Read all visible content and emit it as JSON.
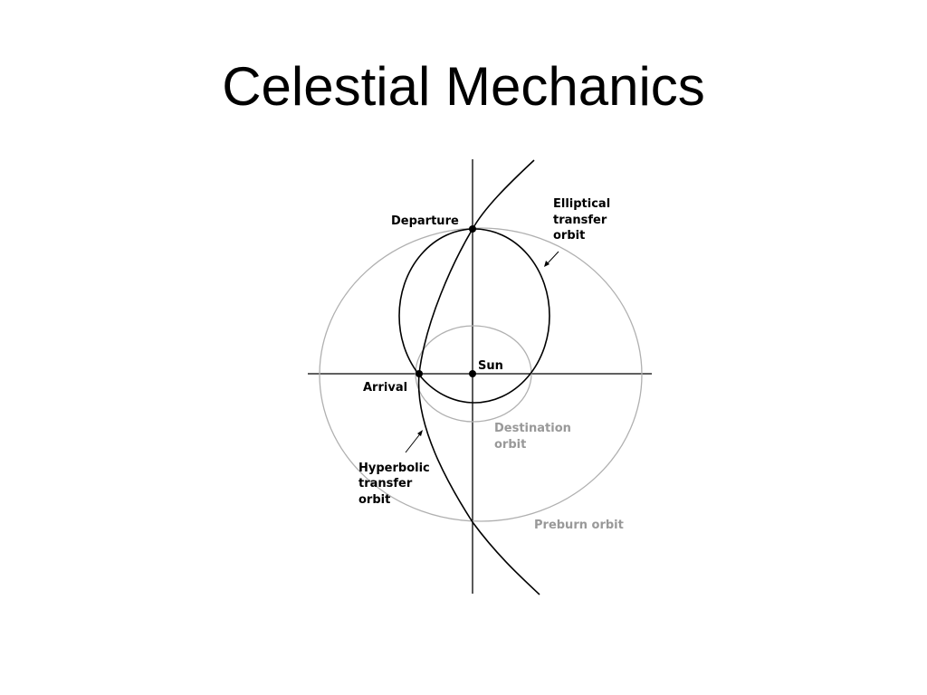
{
  "title": "Celestial Mechanics",
  "colors": {
    "primary": "#000000",
    "secondary": "#b0b0b0",
    "secondary_text": "#999999"
  },
  "labels": {
    "departure": "Departure",
    "arrival": "Arrival",
    "sun": "Sun",
    "elliptical": [
      "Elliptical",
      "transfer",
      "orbit"
    ],
    "hyperbolic": [
      "Hyperbolic",
      "transfer",
      "orbit"
    ],
    "destination": [
      "Destination",
      "orbit"
    ],
    "preburn": "Preburn orbit"
  }
}
